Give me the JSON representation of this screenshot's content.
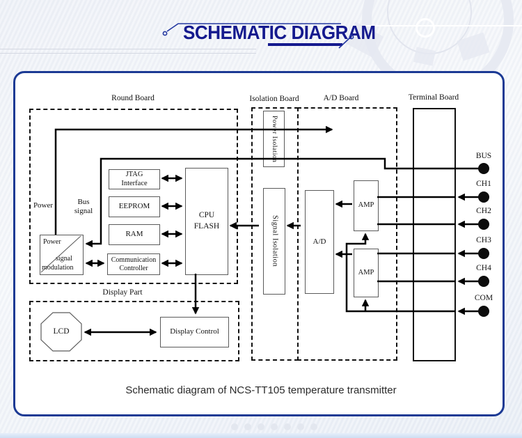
{
  "header": {
    "title": "SCHEMATIC DIAGRAM"
  },
  "caption": "Schematic diagram of NCS-TT105 temperature transmitter",
  "boards": {
    "round": {
      "label": "Round Board"
    },
    "isolation": {
      "label": "Isolation Board"
    },
    "ad": {
      "label": "A/D Board"
    },
    "terminal": {
      "label": "Terminal Board"
    },
    "display": {
      "label": "Display Part"
    }
  },
  "components": {
    "jtag": {
      "line1": "JTAG",
      "line2": "Interface"
    },
    "eeprom": {
      "label": "EEPROM"
    },
    "ram": {
      "label": "RAM"
    },
    "comm": {
      "line1": "Communication",
      "line2": "Controller"
    },
    "cpu": {
      "line1": "CPU",
      "line2": "FLASH"
    },
    "power_mod": {
      "line1": "Power",
      "line2": "signal",
      "line3": "modulation"
    },
    "power_iso": {
      "label": "Power Isolation"
    },
    "signal_iso": {
      "label": "Signal Isolation"
    },
    "ad_converter": {
      "label": "A/D"
    },
    "amp1": {
      "label": "AMP"
    },
    "amp2": {
      "label": "AMP"
    },
    "display_control": {
      "label": "Display Control"
    },
    "lcd": {
      "label": "LCD"
    }
  },
  "annotations": {
    "power": "Power",
    "bus_line1": "Bus",
    "bus_line2": "signal"
  },
  "terminals": [
    {
      "label": "BUS"
    },
    {
      "label": "CH1"
    },
    {
      "label": "CH2"
    },
    {
      "label": "CH3"
    },
    {
      "label": "CH4"
    },
    {
      "label": "COM"
    }
  ],
  "colors": {
    "accent": "#151a8e",
    "wire": "#000000",
    "box_border": "#5a5a5a"
  }
}
